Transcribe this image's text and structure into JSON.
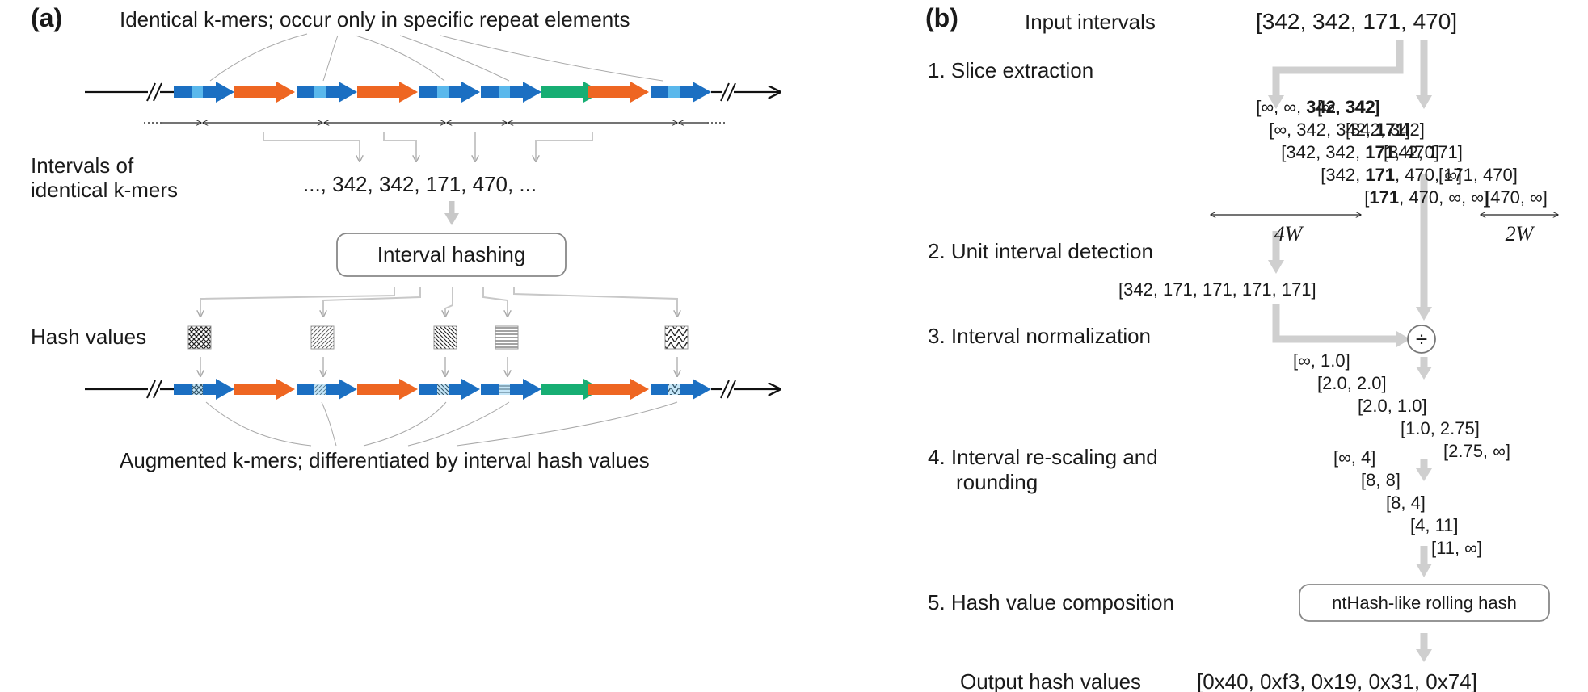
{
  "panel_a": {
    "label": "(a)",
    "top_caption": "Identical k-mers; occur only in specific repeat elements",
    "intervals_label_line1": "Intervals of",
    "intervals_label_line2": "identical k-mers",
    "intervals_values": "..., 342, 342, 171, 470, ...",
    "interval_hashing_box": "Interval hashing",
    "hash_values_label": "Hash values",
    "bottom_caption": "Augmented k-mers; differentiated by interval hash values",
    "colors": {
      "blue": "#1b6fc2",
      "light_blue": "#5ab8ec",
      "orange": "#ee6622",
      "green": "#17ae73",
      "gray": "#a9a9a9"
    }
  },
  "panel_b": {
    "label": "(b)",
    "input_label": "Input intervals",
    "input_values": "[342, 342, 171, 470]",
    "step1": "1. Slice extraction",
    "slices_left": [
      {
        "pre": "[∞, ∞, ",
        "b1": "342",
        "mid": ", ",
        "b2": "342",
        "post": "]"
      },
      {
        "pre": "[∞, 342, 342, ",
        "b1": "171",
        "mid": "",
        "b2": "",
        "post": "]"
      },
      {
        "pre": "[342, 342, ",
        "b1": "171",
        "mid": "",
        "b2": "",
        "post": ", 470]"
      },
      {
        "pre": "[342, ",
        "b1": "171",
        "mid": "",
        "b2": "",
        "post": ", 470, ∞]"
      },
      {
        "pre": "[",
        "b1": "171",
        "mid": "",
        "b2": "",
        "post": ", 470, ∞, ∞]"
      }
    ],
    "slices_right": [
      "[∞, 342]",
      "[342, 342]",
      "[342, 171]",
      "[171, 470]",
      "[470, ∞]"
    ],
    "width_left": "4W",
    "width_right": "2W",
    "step2": "2. Unit interval detection",
    "unit_intervals": "[342, 171, 171, 171, 171]",
    "step3": "3. Interval normalization",
    "divide_symbol": "÷",
    "normalized": [
      "[∞, 1.0]",
      "[2.0, 2.0]",
      "[2.0, 1.0]",
      "[1.0, 2.75]",
      "[2.75, ∞]"
    ],
    "step4_line1": "4. Interval re-scaling and",
    "step4_line2": "rounding",
    "rescaled": [
      "[∞, 4]",
      "[8, 8]",
      "[8, 4]",
      "[4, 11]",
      "[11, ∞]"
    ],
    "step5": "5. Hash value composition",
    "hash_box": "ntHash-like rolling hash",
    "output_label": "Output hash values",
    "output_values": "[0x40, 0xf3, 0x19, 0x31, 0x74]"
  }
}
